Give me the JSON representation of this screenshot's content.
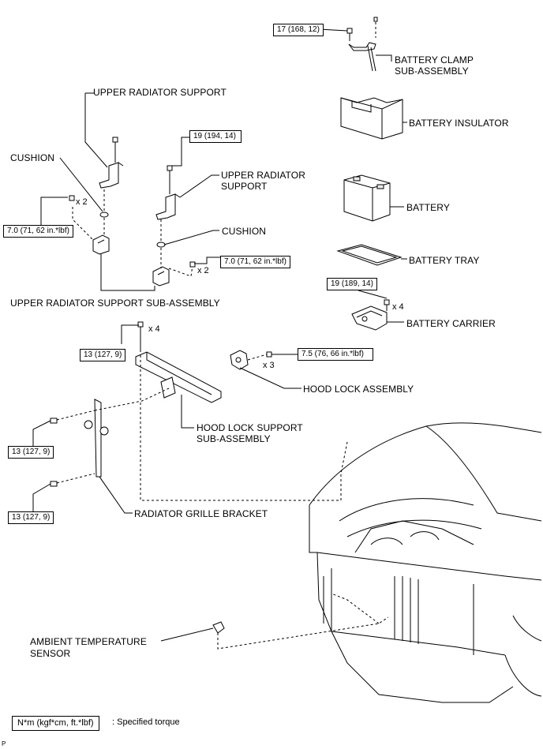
{
  "labels": {
    "battery_clamp_1": "BATTERY CLAMP",
    "battery_clamp_2": "SUB-ASSEMBLY",
    "upper_radiator_support_top": "UPPER RADIATOR SUPPORT",
    "battery_insulator": "BATTERY INSULATOR",
    "cushion_left": "CUSHION",
    "upper_radiator_support_right_1": "UPPER RADIATOR",
    "upper_radiator_support_right_2": "SUPPORT",
    "battery": "BATTERY",
    "cushion_right": "CUSHION",
    "battery_tray": "BATTERY TRAY",
    "upper_radiator_support_subassy": "UPPER RADIATOR SUPPORT SUB-ASSEMBLY",
    "battery_carrier": "BATTERY CARRIER",
    "hood_lock_assembly": "HOOD LOCK ASSEMBLY",
    "hood_lock_support_1": "HOOD LOCK SUPPORT",
    "hood_lock_support_2": "SUB-ASSEMBLY",
    "radiator_grille_bracket": "RADIATOR GRILLE BRACKET",
    "ambient_temp_1": "AMBIENT TEMPERATURE",
    "ambient_temp_2": "SENSOR"
  },
  "torques": {
    "clamp": "17 (168, 12)",
    "urs_right": "19 (194, 14)",
    "urs_left": "7.0 (71, 62 in.*lbf)",
    "urs_mid": "7.0 (71, 62 in.*lbf)",
    "carrier": "19 (189, 14)",
    "hood_support": "13 (127, 9)",
    "hood_lock": "7.5 (76, 66 in.*lbf)",
    "grille_upper": "13 (127, 9)",
    "grille_lower": "13 (127, 9)"
  },
  "counts": {
    "urs_left": "x 2",
    "urs_mid": "x 2",
    "carrier": "x 4",
    "hood_support": "x 4",
    "hood_lock": "x 3"
  },
  "legend": {
    "unit": "N*m (kgf*cm, ft.*lbf)",
    "meaning": ": Specified torque"
  },
  "footer_code": "P",
  "icons": [
    "bolt-icon",
    "nut-icon",
    "bracket-icon",
    "battery-icon",
    "car-icon"
  ]
}
